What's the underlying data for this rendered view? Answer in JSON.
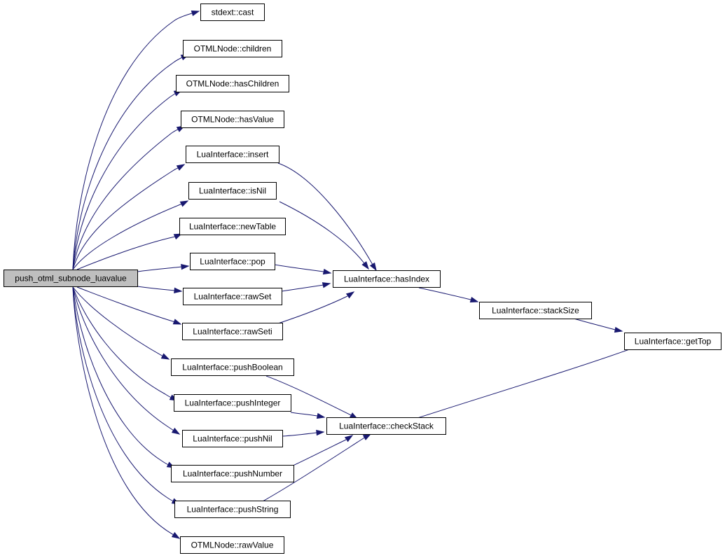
{
  "colors": {
    "edge": "#191970",
    "root_fill": "#bfbfbf",
    "node_fill": "#ffffff",
    "border": "#000000"
  },
  "nodes": {
    "root": "push_otml_subnode_luavalue",
    "cast": "stdext::cast",
    "children": "OTMLNode::children",
    "hasChildren": "OTMLNode::hasChildren",
    "hasValue": "OTMLNode::hasValue",
    "insert": "LuaInterface::insert",
    "isNil": "LuaInterface::isNil",
    "newTable": "LuaInterface::newTable",
    "pop": "LuaInterface::pop",
    "rawSet": "LuaInterface::rawSet",
    "rawSeti": "LuaInterface::rawSeti",
    "pushBoolean": "LuaInterface::pushBoolean",
    "pushInteger": "LuaInterface::pushInteger",
    "pushNil": "LuaInterface::pushNil",
    "pushNumber": "LuaInterface::pushNumber",
    "pushString": "LuaInterface::pushString",
    "rawValue": "OTMLNode::rawValue",
    "hasIndex": "LuaInterface::hasIndex",
    "stackSize": "LuaInterface::stackSize",
    "getTop": "LuaInterface::getTop",
    "checkStack": "LuaInterface::checkStack"
  },
  "edges": [
    [
      "root",
      "cast"
    ],
    [
      "root",
      "children"
    ],
    [
      "root",
      "hasChildren"
    ],
    [
      "root",
      "hasValue"
    ],
    [
      "root",
      "insert"
    ],
    [
      "root",
      "isNil"
    ],
    [
      "root",
      "newTable"
    ],
    [
      "root",
      "pop"
    ],
    [
      "root",
      "rawSet"
    ],
    [
      "root",
      "rawSeti"
    ],
    [
      "root",
      "pushBoolean"
    ],
    [
      "root",
      "pushInteger"
    ],
    [
      "root",
      "pushNil"
    ],
    [
      "root",
      "pushNumber"
    ],
    [
      "root",
      "pushString"
    ],
    [
      "root",
      "rawValue"
    ],
    [
      "insert",
      "hasIndex"
    ],
    [
      "isNil",
      "hasIndex"
    ],
    [
      "pop",
      "hasIndex"
    ],
    [
      "rawSet",
      "hasIndex"
    ],
    [
      "rawSeti",
      "hasIndex"
    ],
    [
      "hasIndex",
      "stackSize"
    ],
    [
      "stackSize",
      "getTop"
    ],
    [
      "pushBoolean",
      "checkStack"
    ],
    [
      "pushInteger",
      "checkStack"
    ],
    [
      "pushNil",
      "checkStack"
    ],
    [
      "pushNumber",
      "checkStack"
    ],
    [
      "pushString",
      "checkStack"
    ],
    [
      "checkStack",
      "getTop"
    ]
  ]
}
